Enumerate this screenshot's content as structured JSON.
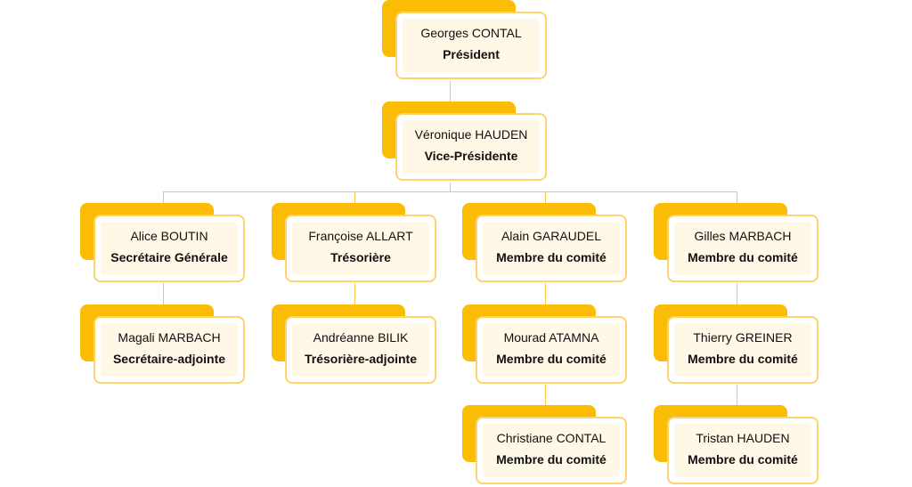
{
  "org_chart": {
    "nodes": [
      {
        "id": "president",
        "name": "Georges CONTAL",
        "role": "Président"
      },
      {
        "id": "vice_president",
        "name": "Véronique HAUDEN",
        "role": "Vice-Présidente"
      },
      {
        "id": "secretary_general",
        "name": "Alice BOUTIN",
        "role": "Secrétaire Générale"
      },
      {
        "id": "secretary_assistant",
        "name": "Magali MARBACH",
        "role": "Secrétaire-adjointe"
      },
      {
        "id": "treasurer",
        "name": "Françoise ALLART",
        "role": "Trésorière"
      },
      {
        "id": "treasurer_assistant",
        "name": "Andréanne BILIK",
        "role": "Trésorière-adjointe"
      },
      {
        "id": "committee_garaudel",
        "name": "Alain GARAUDEL",
        "role": "Membre du comité"
      },
      {
        "id": "committee_atamna",
        "name": "Mourad ATAMNA",
        "role": "Membre du comité"
      },
      {
        "id": "committee_contal",
        "name": "Christiane CONTAL",
        "role": "Membre du comité"
      },
      {
        "id": "committee_gilles_marbach",
        "name": "Gilles MARBACH",
        "role": "Membre du comité"
      },
      {
        "id": "committee_greiner",
        "name": "Thierry GREINER",
        "role": "Membre du comité"
      },
      {
        "id": "committee_tristan_hauden",
        "name": "Tristan  HAUDEN",
        "role": "Membre du comité"
      }
    ],
    "links": [
      [
        "president",
        "vice_president"
      ],
      [
        "vice_president",
        "secretary_general"
      ],
      [
        "vice_president",
        "treasurer"
      ],
      [
        "vice_president",
        "committee_garaudel"
      ],
      [
        "vice_president",
        "committee_gilles_marbach"
      ],
      [
        "secretary_general",
        "secretary_assistant"
      ],
      [
        "treasurer",
        "treasurer_assistant"
      ],
      [
        "committee_garaudel",
        "committee_atamna"
      ],
      [
        "committee_atamna",
        "committee_contal"
      ],
      [
        "committee_gilles_marbach",
        "committee_greiner"
      ],
      [
        "committee_greiner",
        "committee_tristan_hauden"
      ]
    ],
    "colors": {
      "shadow": "#fbbc05",
      "border": "#fcd36f",
      "card_fill": "#fff8e6",
      "connector": "#f8c84a"
    }
  }
}
